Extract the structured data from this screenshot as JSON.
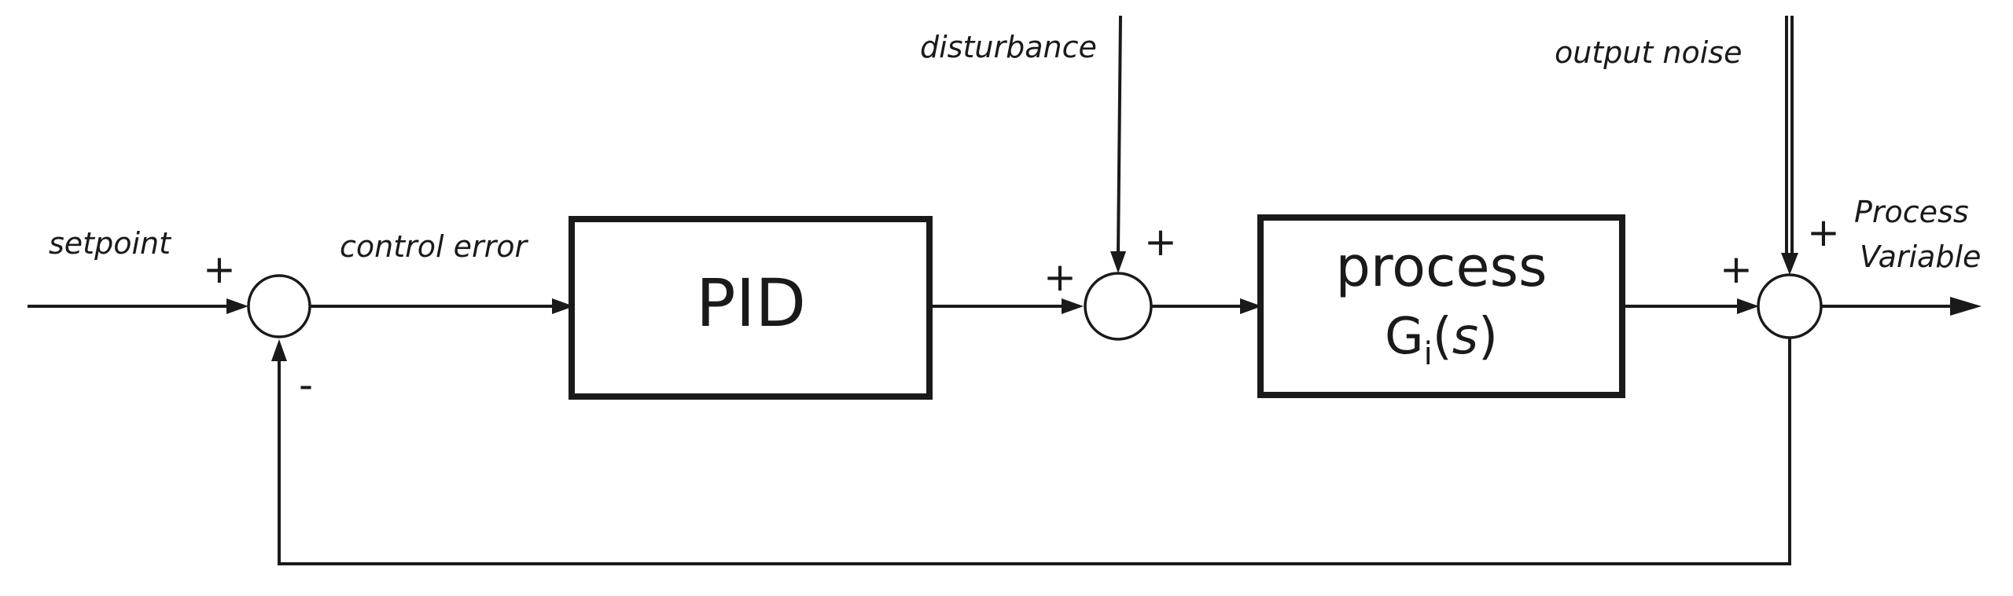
{
  "labels": {
    "setpoint": "setpoint",
    "control_error": "control error",
    "disturbance": "disturbance",
    "output_noise": "output noise",
    "process_variable_line1": "Process",
    "process_variable_line2": "Variable"
  },
  "blocks": {
    "pid": "PID",
    "process_title": "process",
    "process_tf_main": "G",
    "process_tf_sub": "i",
    "process_tf_open": "(",
    "process_tf_var": "s",
    "process_tf_close": ")"
  },
  "signs": {
    "sum1_setpoint": "+",
    "sum1_feedback": "-",
    "sum2_pid": "+",
    "sum2_disturbance": "+",
    "sum3_process": "+",
    "sum3_noise": "+"
  }
}
